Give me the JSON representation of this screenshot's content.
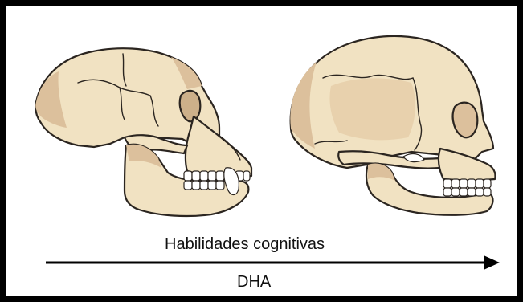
{
  "labels": {
    "top": "Habilidades cognitivas",
    "bottom": "DHA"
  },
  "figures": {
    "left": "ape-skull",
    "right": "human-skull"
  },
  "colors": {
    "bone": "#f1e2c2",
    "shadow": "#dcc09c",
    "outline": "#2b2520",
    "teeth": "#ffffff",
    "frame": "#000000",
    "arrow": "#000000"
  }
}
